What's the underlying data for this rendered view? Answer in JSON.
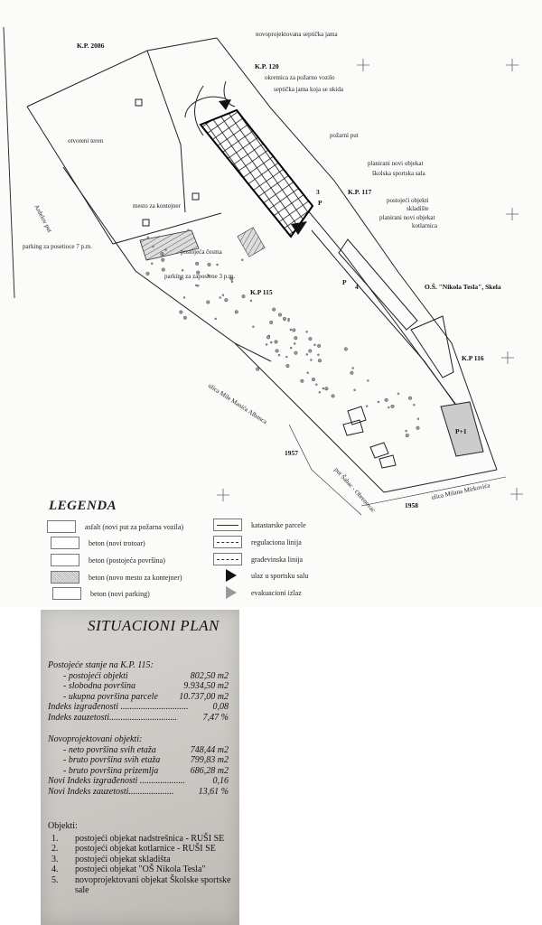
{
  "plan": {
    "labels": {
      "septicka_nova": "novoprojektovana septička jama",
      "kp2086": "K.P. 2086",
      "kp120": "K.P. 120",
      "okretnica": "okretnica za požarno vozilo",
      "septicka_ukida": "septička jama koja se ukida",
      "pozarni_put": "požarni put",
      "sala_1": "planirani novi objekat",
      "sala_2": "školska sportska sala",
      "kp117": "K.P. 117",
      "skladiste_1": "postojeći objekti",
      "skladiste_2": "skladište",
      "kotlarnica_1": "planirani novi objekat",
      "kotlarnica_2": "kotlarnica",
      "otvoreni_teren": "otvoreni teren",
      "kontejner": "mesto za kontejner",
      "ardelov_put": "Ardelov put",
      "parking_posetioce": "parking za posetioce 7 p.m.",
      "cesma": "postojeća česma",
      "parking_zaposlene": "parking za zaposlene 3 p.m.",
      "kp115": "K.P 115",
      "skola": "O.Š. \"Nikola Tesla\", Skela",
      "kp116": "K.P 116",
      "ulica_mile": "ulica Mile Manića Albanca",
      "put_sabac": "put Šabac - Obrenovac",
      "ulica_milana": "ulica Milana Mirkovića",
      "parcel_1957": "1957",
      "parcel_1958": "1958",
      "p_1": "P",
      "p_2": "P",
      "num_3": "3",
      "num_4": "4",
      "p1": "P+1"
    }
  },
  "legend": {
    "title": "LEGENDA",
    "items": [
      {
        "label": "asfalt (novi put za požarna vozila)",
        "symbol": "box"
      },
      {
        "label": "beton (novi trotoar)",
        "symbol": "box"
      },
      {
        "label": "beton (postojeća površina)",
        "symbol": "box"
      },
      {
        "label": "beton (novo mesto za kontejner)",
        "symbol": "dotted-box"
      },
      {
        "label": "beton (novi parking)",
        "symbol": "box"
      },
      {
        "label": "katastarske parcele",
        "symbol": "solid-line"
      },
      {
        "label": "regulaciona linija",
        "symbol": "short-dash"
      },
      {
        "label": "građevinska linija",
        "symbol": "long-dash"
      },
      {
        "label": "ulaz u sportsku salu",
        "symbol": "black-triangle"
      },
      {
        "label": "evakuacioni izlaz",
        "symbol": "grey-triangle"
      }
    ]
  },
  "card": {
    "title": "SITUACIONI PLAN",
    "postojece": {
      "heading": "Postojeće stanje na K.P. 115:",
      "rows": [
        {
          "label": "- postojeći objekti",
          "value": "802,50 m2"
        },
        {
          "label": "- slobodna površina",
          "value": "9.934,50 m2"
        },
        {
          "label": "- ukupna površina parcele",
          "value": "10.737,00 m2"
        }
      ],
      "indeks_izgradjenosti": {
        "label": "Indeks izgrađenosti ..............................",
        "value": "0,08"
      },
      "indeks_zauzetosti": {
        "label": "Indeks zauzetosti..............................",
        "value": "7,47 %"
      }
    },
    "novo": {
      "heading": "Novoprojektovani objekti:",
      "rows": [
        {
          "label": "- neto površina svih etaža",
          "value": "748,44 m2"
        },
        {
          "label": "- bruto površina svih etaža",
          "value": "799,83 m2"
        },
        {
          "label": "- bruto površina prizemlja",
          "value": "686,28 m2"
        }
      ],
      "indeks_izgradjenosti": {
        "label": "Novi Indeks izgrađenosti ....................",
        "value": "0,16"
      },
      "indeks_zauzetosti": {
        "label": "Novi Indeks zauzetosti....................",
        "value": "13,61 %"
      }
    },
    "objekti": {
      "heading": "Objekti:",
      "items": [
        {
          "n": "1.",
          "text": "postojeći objekat nadstrešnica - RUŠI SE"
        },
        {
          "n": "2.",
          "text": "postojeći objekat kotlarnice - RUŠI SE"
        },
        {
          "n": "3.",
          "text": "postojeći objekat skladišta"
        },
        {
          "n": "4.",
          "text": "postojeći objekat \"OŠ Nikola Tesla\""
        },
        {
          "n": "5.",
          "text": "novoprojektovani objekat Školske sportske sale"
        }
      ]
    }
  }
}
